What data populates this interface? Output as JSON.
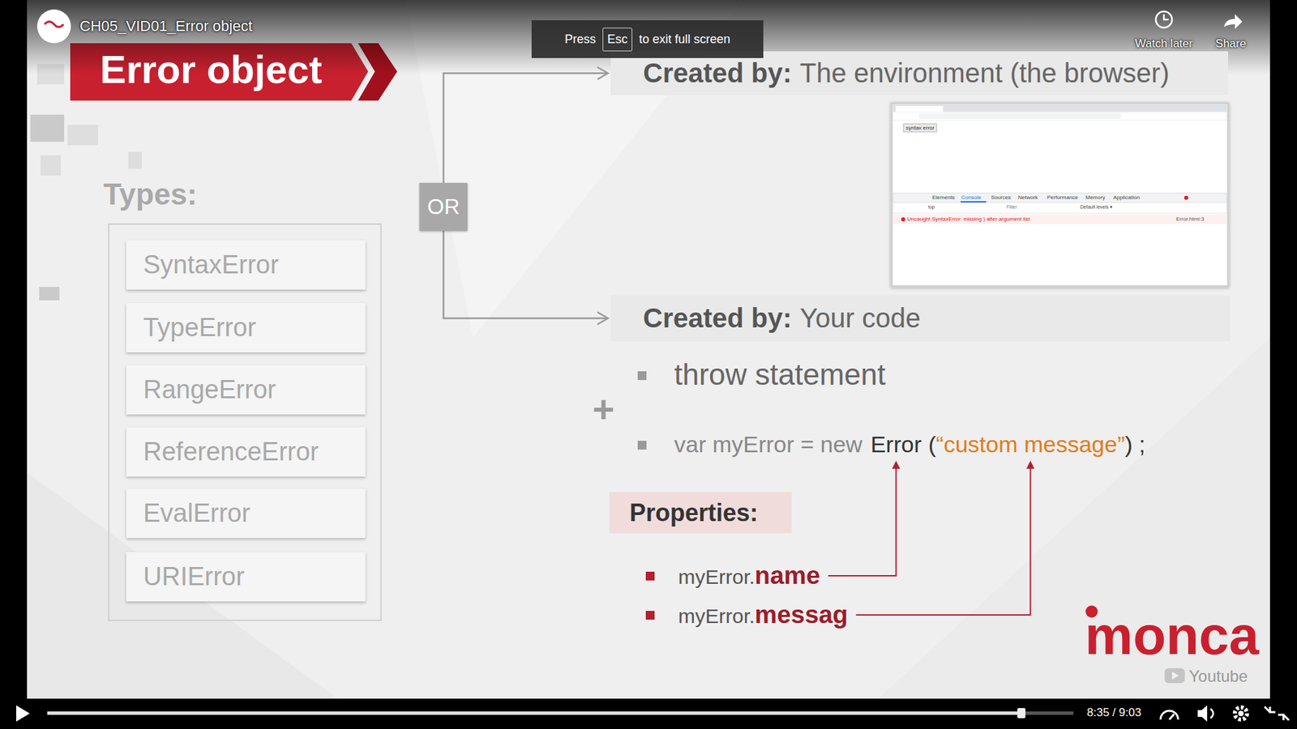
{
  "diagram": {
    "title": "Error object",
    "nodes": [
      {
        "text": [
          "Types:"
        ]
      },
      {
        "text": [
          "SyntaxError"
        ],
        "in": 0
      },
      {
        "text": [
          "TypeError"
        ],
        "in": 0
      },
      {
        "text": [
          "RangeError"
        ],
        "in": 0
      },
      {
        "text": [
          "ReferenceError"
        ],
        "in": 0
      },
      {
        "text": [
          "EvalError"
        ],
        "in": 0
      },
      {
        "text": [
          "URIError"
        ],
        "in": 0
      },
      {
        "text": [
          "OR"
        ]
      },
      {
        "text": [
          "Created by:",
          "The environment (the browser)"
        ]
      },
      {
        "text": [
          "Created by:",
          "Your code"
        ]
      },
      {
        "text": [
          "Properties:"
        ]
      },
      {
        "text": [
          "Press",
          "to exit full screen"
        ]
      },
      {
        "text": [
          "Esc"
        ],
        "in": 11
      }
    ],
    "edges": [
      {
        "from": 7,
        "to": 8,
        "arrow": "to"
      },
      {
        "from": 7,
        "to": 9,
        "arrow": "to"
      }
    ],
    "labels": [
      "CH05_VID01_Error object",
      "Watch later",
      "Share",
      "syntax error",
      "Elements",
      "Console",
      "Sources",
      "Network",
      "Performance",
      "Memory",
      "Application",
      "top",
      "Filter",
      "Default levels ▾",
      "Uncaught SyntaxError: missing ) after argument list",
      "Error.html:3",
      "throw statement",
      "+",
      "var myError = new",
      "Error",
      "(",
      "“custom message”",
      ") ;",
      "myError.",
      "name",
      "myError.",
      "messag",
      "monca",
      "Youtube",
      "8:35 / 9:03"
    ]
  }
}
